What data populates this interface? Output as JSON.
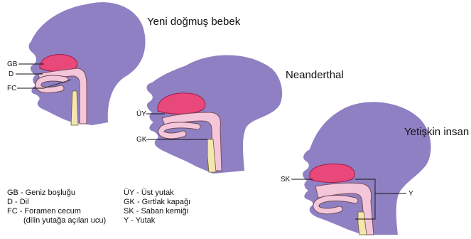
{
  "figures": [
    {
      "title": "Yeni doğmuş bebek",
      "labels": [
        "GB",
        "D",
        "FC"
      ]
    },
    {
      "title": "Neanderthal",
      "labels": [
        "ÜY",
        "GK"
      ]
    },
    {
      "title": "Yetişkin insan",
      "labels": [
        "SK",
        "Y"
      ]
    }
  ],
  "legend": {
    "left": [
      "GB - Geniz boşluğu",
      "D - Dil",
      "FC - Foramen cecum",
      "(dilin yutağa açılan ucu)"
    ],
    "right": [
      "ÜY - Üst yutak",
      "GK - Gırtlak kapağı",
      "SK - Saban kemiği",
      "Y - Yutak"
    ]
  },
  "colors": {
    "head": "#8f80c3",
    "nasal_cavity": "#e8487a",
    "vocal_tract": "#f4c6d9",
    "spine": "#f3e6b0"
  }
}
